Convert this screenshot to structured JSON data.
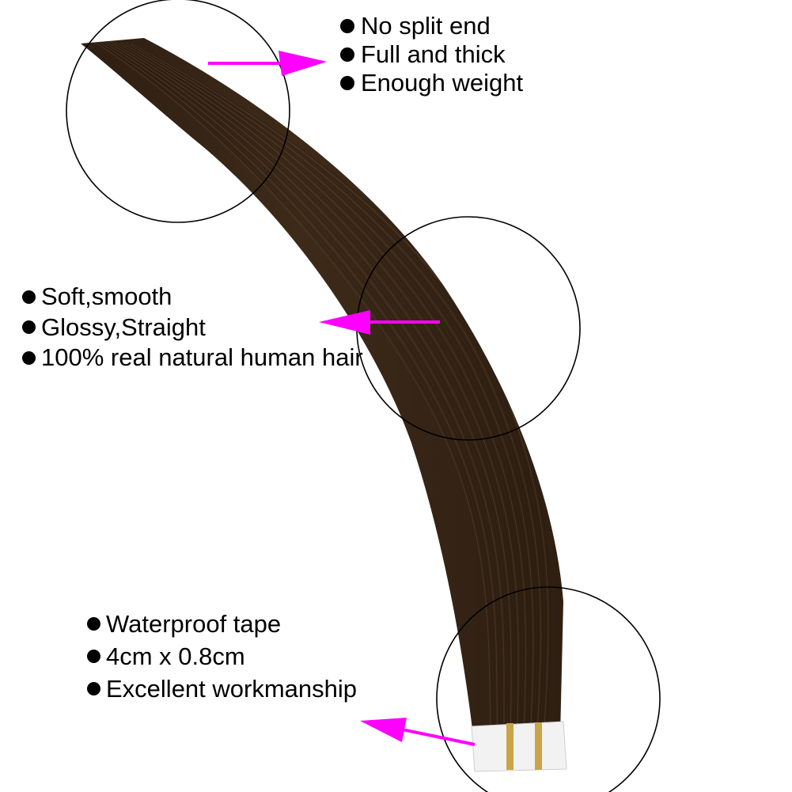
{
  "colors": {
    "background": "#ffffff",
    "text": "#000000",
    "circle_outline": "#000000",
    "arrow": "#ff00ff",
    "hair_dark": "#2e1f12",
    "hair_mid": "#3d2a19",
    "hair_highlight": "#5a4330",
    "tape": "#f2f2f2",
    "tape_binding": "#c9a44a"
  },
  "icons": {
    "bullet": "black-dot-icon",
    "arrow": "magenta-arrow-icon",
    "zoom_circle": "circle-outline-icon"
  },
  "callouts": {
    "top": {
      "items": [
        "No split end",
        "Full and thick",
        "Enough weight"
      ]
    },
    "middle": {
      "items": [
        "Soft,smooth",
        "Glossy,Straight",
        "100% real natural human hair"
      ]
    },
    "bottom": {
      "items": [
        "Waterproof tape",
        "4cm x 0.8cm",
        "Excellent workmanship"
      ]
    }
  }
}
